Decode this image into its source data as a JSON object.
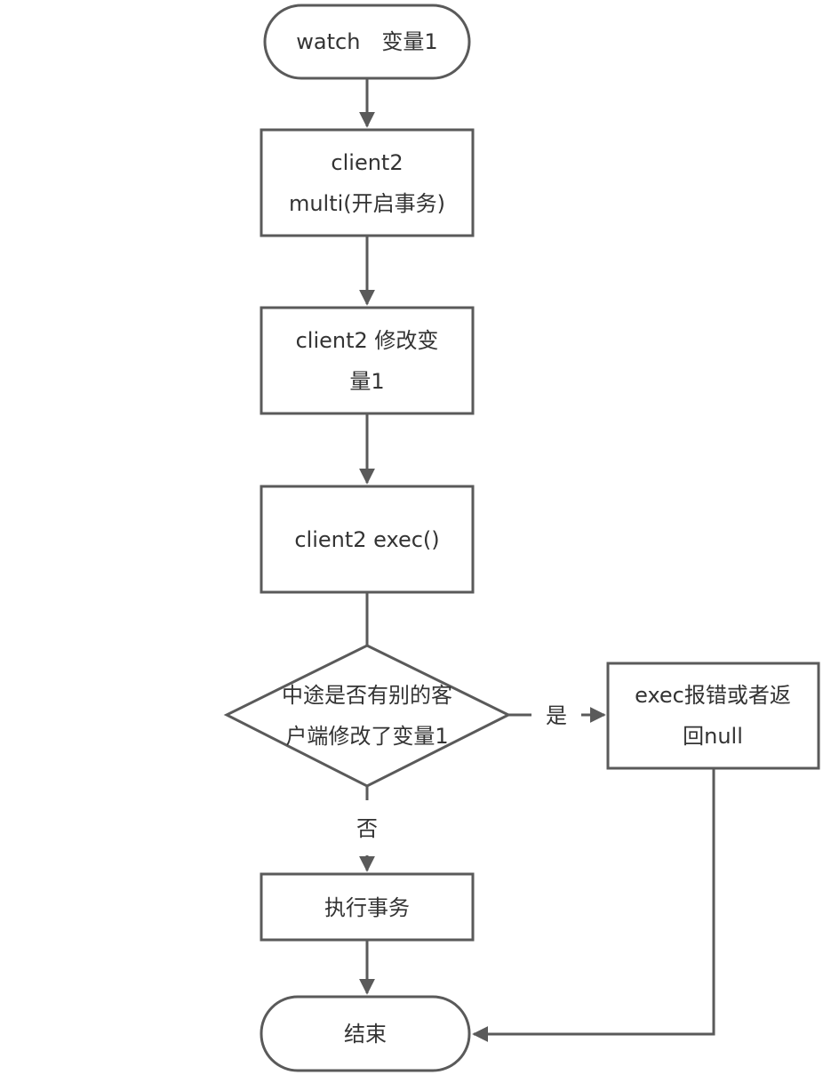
{
  "nodes": {
    "start": {
      "lines": [
        "watch　变量1"
      ]
    },
    "multi": {
      "lines": [
        "client2",
        "multi(开启事务)"
      ]
    },
    "modify": {
      "lines": [
        "client2 修改变",
        "量1"
      ]
    },
    "exec": {
      "lines": [
        "client2 exec()"
      ]
    },
    "decision": {
      "lines": [
        "中途是否有别的客",
        "户端修改了变量1"
      ]
    },
    "error": {
      "lines": [
        "exec报错或者返",
        "回null"
      ]
    },
    "run": {
      "lines": [
        "执行事务"
      ]
    },
    "end": {
      "lines": [
        "结束"
      ]
    }
  },
  "edges": {
    "yes_label": "是",
    "no_label": "否"
  },
  "colors": {
    "stroke": "#5a5a5a",
    "text": "#333333",
    "fill": "#ffffff"
  }
}
